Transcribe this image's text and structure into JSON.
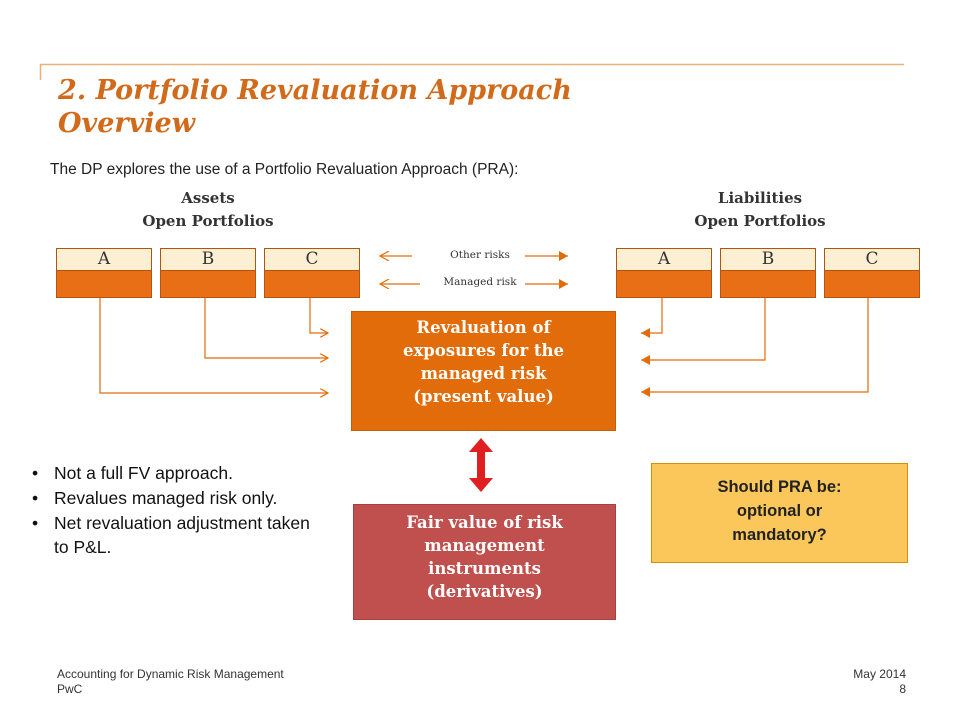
{
  "slide": {
    "title_line1": "2. Portfolio Revaluation Approach",
    "title_line2": "Overview",
    "intro": "The DP explores the use of a Portfolio Revaluation Approach (PRA):"
  },
  "assets": {
    "heading1": "Assets",
    "heading2": "Open Portfolios",
    "boxes": [
      "A",
      "B",
      "C"
    ]
  },
  "liabilities": {
    "heading1": "Liabilities",
    "heading2": "Open Portfolios",
    "boxes": [
      "A",
      "B",
      "C"
    ]
  },
  "arrows": {
    "other_risks": "Other risks",
    "managed_risk": "Managed risk"
  },
  "revaluation_box": {
    "line1": "Revaluation of",
    "line2": "exposures for the",
    "line3": "managed risk",
    "line4": "(present value)"
  },
  "fair_value_box": {
    "line1": "Fair value of risk",
    "line2": "management",
    "line3": "instruments",
    "line4": "(derivatives)"
  },
  "question_box": {
    "line1": "Should PRA be:",
    "line2": "optional or",
    "line3": "mandatory?"
  },
  "bullets": [
    "Not a full FV approach.",
    "Revalues managed risk only.",
    "Net revaluation adjustment taken to P&L."
  ],
  "footer": {
    "left1": "Accounting for Dynamic Risk Management",
    "left2": "PwC",
    "right1": "May 2014",
    "right2": "8"
  },
  "colors": {
    "title": "#d16a1a",
    "revaluation": "#e36c0a",
    "fair_value": "#c0504d",
    "question": "#fcc75a",
    "double_arrow": "#e02020",
    "box_top": "#fcefd4",
    "box_bottom": "#e86f15"
  }
}
